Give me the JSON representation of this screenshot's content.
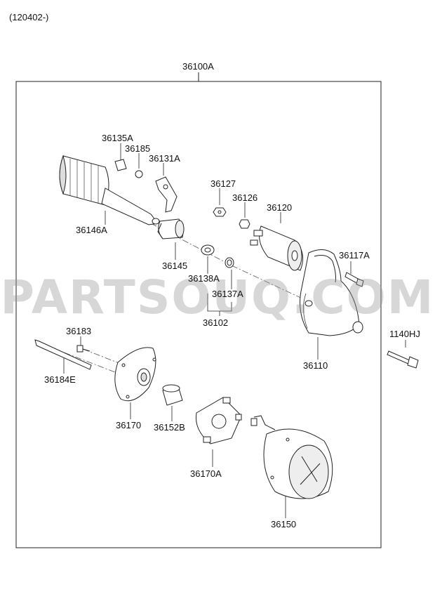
{
  "header": {
    "code": "(120402-)",
    "assembly": "36100A"
  },
  "watermark": "PARTSOUQ.COM",
  "parts": {
    "p36135A": "36135A",
    "p36185": "36185",
    "p36131A": "36131A",
    "p36146A": "36146A",
    "p36145": "36145",
    "p36127": "36127",
    "p36126": "36126",
    "p36120": "36120",
    "p36138A": "36138A",
    "p36137A": "36137A",
    "p36102": "36102",
    "p36117A": "36117A",
    "p1140HJ": "1140HJ",
    "p36110": "36110",
    "p36183": "36183",
    "p36184E": "36184E",
    "p36170": "36170",
    "p36152B": "36152B",
    "p36170A": "36170A",
    "p36150": "36150"
  }
}
